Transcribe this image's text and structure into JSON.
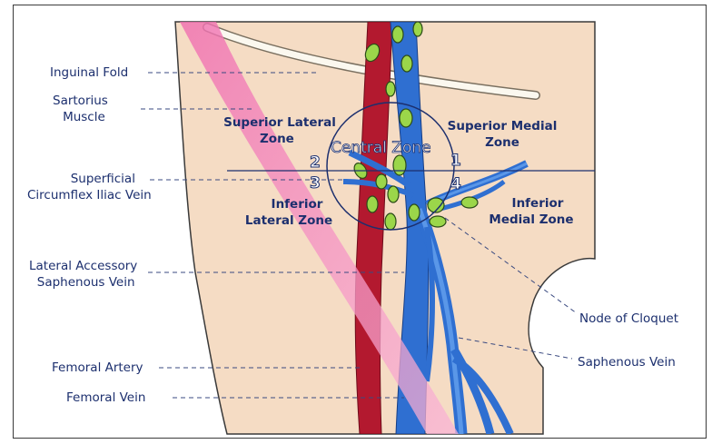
{
  "labels": {
    "inguinal_fold": "Inguinal Fold",
    "sartorius_1": "Sartorius",
    "sartorius_2": "Muscle",
    "superficial_1": "Superficial",
    "superficial_2": "Circumflex Iliac Vein",
    "lateral_1": "Lateral Accessory",
    "lateral_2": "Saphenous Vein",
    "femoral_artery": "Femoral Artery",
    "femoral_vein": "Femoral Vein",
    "node_cloquet": "Node of Cloquet",
    "saphenous_vein": "Saphenous Vein"
  },
  "zones": {
    "superior_lateral_1": "Superior Lateral",
    "superior_lateral_2": "Zone",
    "superior_medial_1": "Superior Medial",
    "superior_medial_2": "Zone",
    "inferior_lateral_1": "Inferior",
    "inferior_lateral_2": "Lateral Zone",
    "inferior_medial_1": "Inferior",
    "inferior_medial_2": "Medial Zone",
    "central": "Central Zone"
  },
  "numbers": {
    "n1": "1",
    "n2": "2",
    "n3": "3",
    "n4": "4"
  },
  "colors": {
    "skin": "#f5dcc4",
    "skin_outline": "#3a3a3a",
    "artery": "#b3192f",
    "vein": "#2f6fd1",
    "vein_light": "#5a97e8",
    "sartorius": "#f07ab4",
    "node": "#9bd64a",
    "label_text": "#1c2f6e",
    "leader_line": "#3a4a80"
  }
}
